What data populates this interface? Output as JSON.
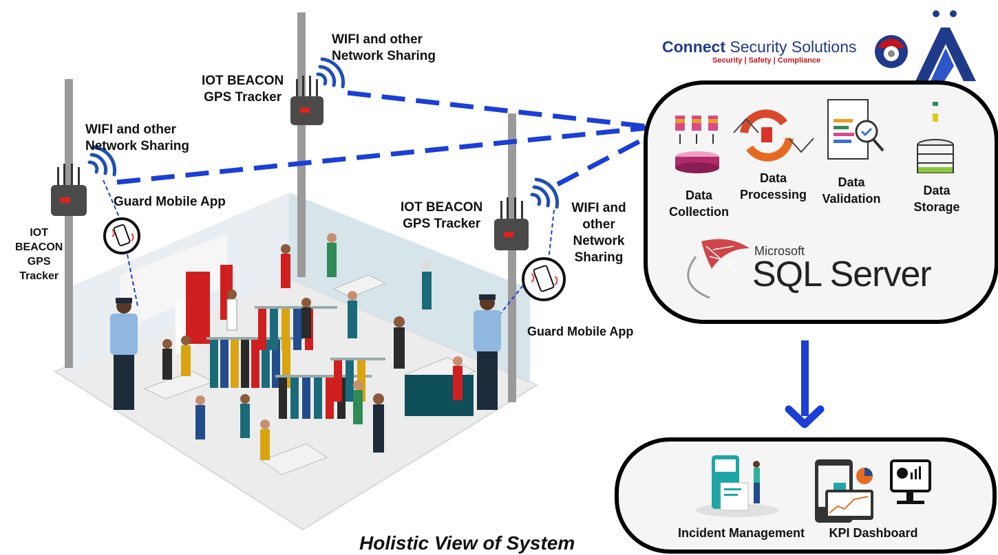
{
  "labels": {
    "wifi_top": [
      "WIFI and other",
      "Network Sharing"
    ],
    "wifi_left": [
      "WIFI and other",
      "Network Sharing"
    ],
    "wifi_right": [
      "WIFI and",
      "other",
      "Network",
      "Sharing"
    ],
    "beacon_top": [
      "IOT BEACON",
      "GPS Tracker"
    ],
    "beacon_right": [
      "IOT BEACON",
      "GPS Tracker"
    ],
    "beacon_left": [
      "IOT",
      "BEACON",
      "GPS",
      "Tracker"
    ],
    "guard_app_left": "Guard Mobile App",
    "guard_app_right": "Guard Mobile App"
  },
  "brand": {
    "name_bold": "Connect",
    "name_rest": " Security Solutions",
    "tagline": "Security | Safety | Compliance"
  },
  "pipeline": {
    "stages": [
      {
        "label": [
          "Data",
          "Collection"
        ],
        "icon": "data-collection-icon"
      },
      {
        "label": [
          "Data",
          "Processing"
        ],
        "icon": "data-processing-icon"
      },
      {
        "label": [
          "Data",
          "Validation"
        ],
        "icon": "data-validation-icon"
      },
      {
        "label": [
          "Data",
          "Storage"
        ],
        "icon": "data-storage-icon"
      }
    ],
    "db_vendor": "Microsoft",
    "db_product": "SQL Server"
  },
  "outputs": {
    "items": [
      {
        "label": "Incident Management",
        "icon": "incident-management-icon"
      },
      {
        "label": "KPI Dashboard",
        "icon": "kpi-dashboard-icon"
      }
    ]
  },
  "footer": "Holistic View of System",
  "colors": {
    "link_line": "#1b3fd6",
    "arrow": "#1b3fd6",
    "brand_blue": "#1f3a8a",
    "brand_red": "#c0161c",
    "sql_red": "#c8262b",
    "panel_border": "#000000"
  }
}
